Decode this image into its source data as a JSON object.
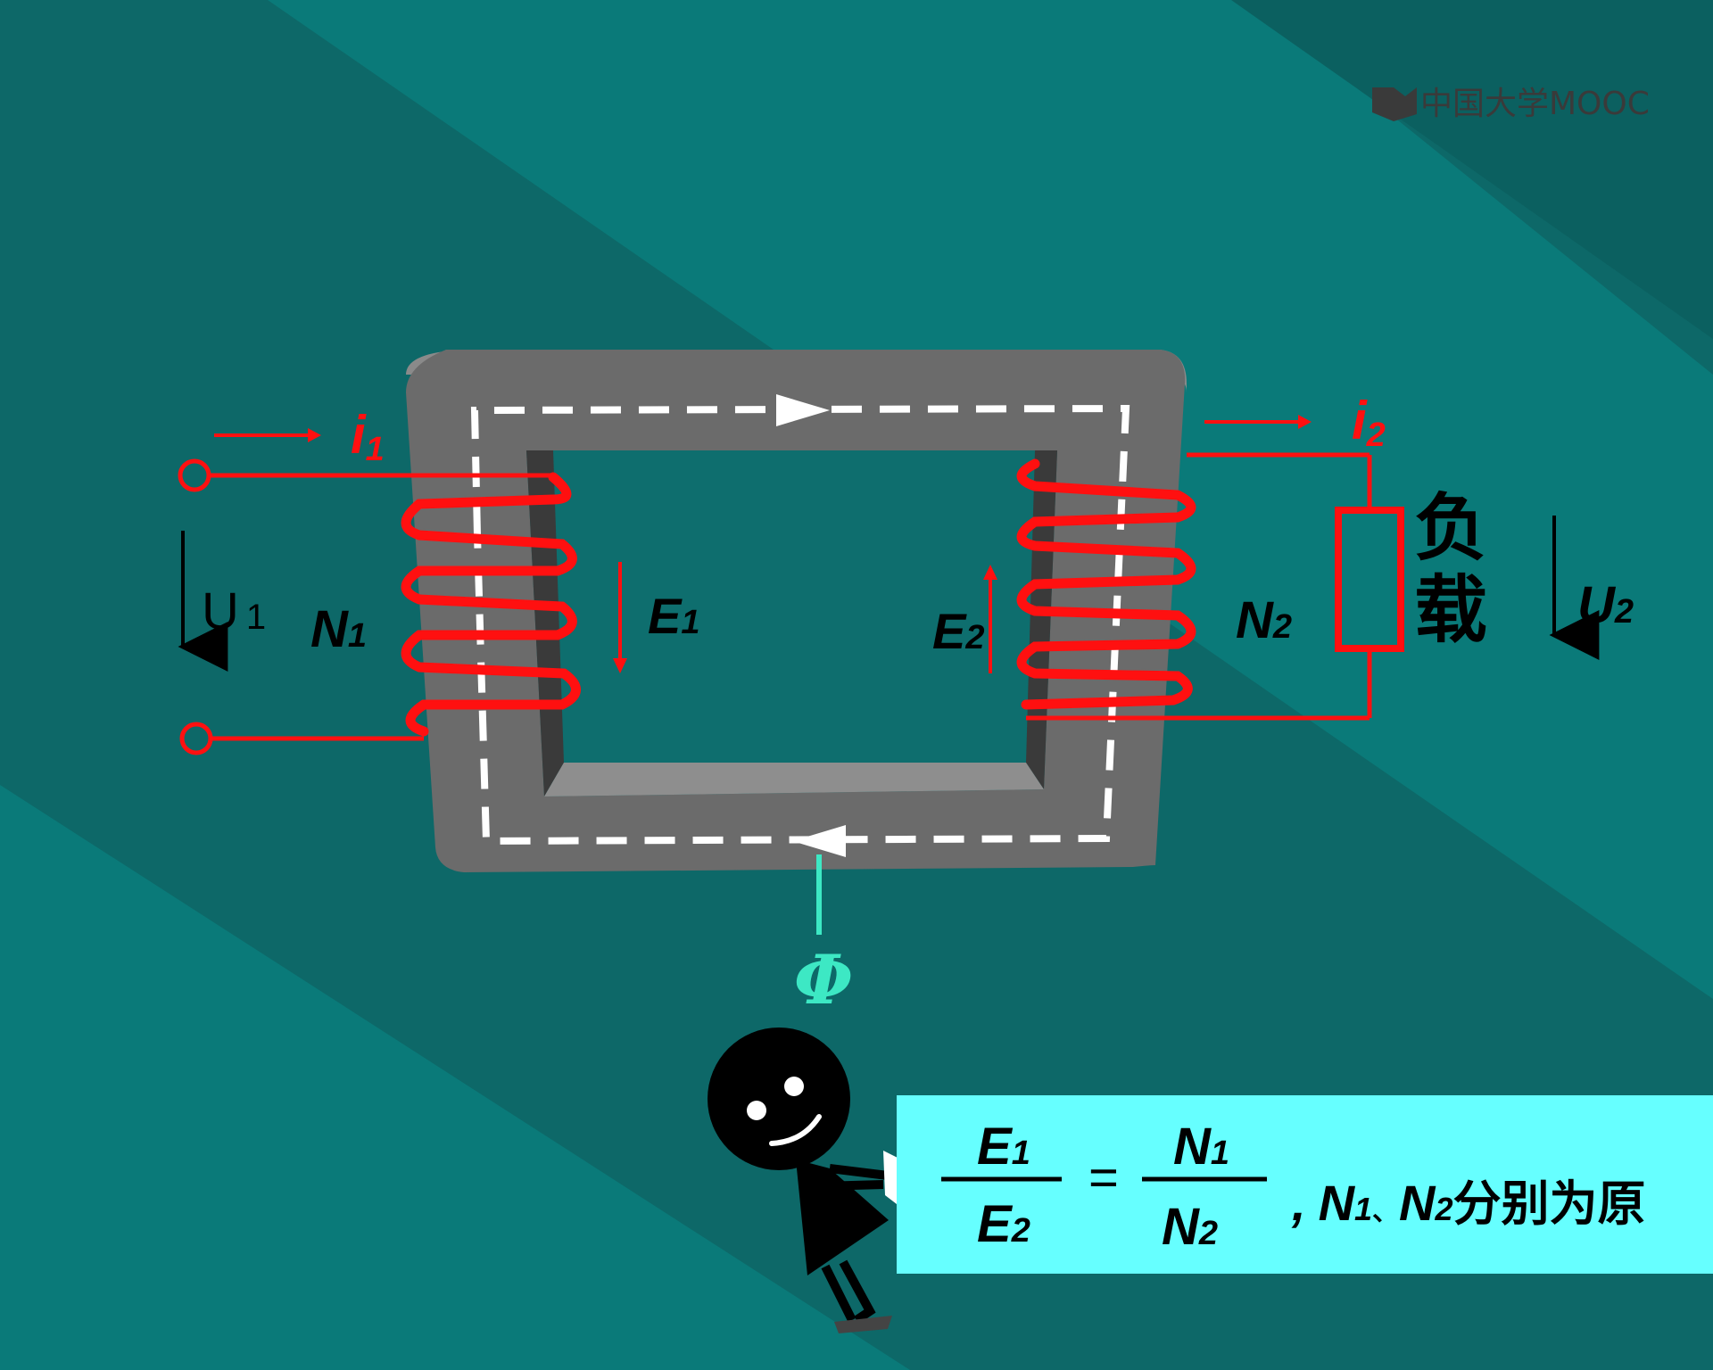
{
  "watermark": {
    "text": "中国大学MOOC",
    "logo_icon": "book-icon"
  },
  "labels": {
    "i1": "i",
    "i1_sub": "1",
    "i2": "i",
    "i2_sub": "2",
    "u1": "U",
    "u1_sub": "1",
    "u2": "U",
    "u2_sub": "2",
    "n1": "N",
    "n1_sub": "1",
    "n2": "N",
    "n2_sub": "2",
    "e1": "E",
    "e1_sub": "1",
    "e2": "E",
    "e2_sub": "2",
    "phi": "Φ",
    "load_top": "负",
    "load_bottom": "载"
  },
  "formula": {
    "lhs_num": "E",
    "lhs_num_sub": "1",
    "lhs_den": "E",
    "lhs_den_sub": "2",
    "eq": "=",
    "rhs_num": "N",
    "rhs_num_sub": "1",
    "rhs_den": "N",
    "rhs_den_sub": "2",
    "caption_comma": ",",
    "caption_n1": "N",
    "caption_n1_sub": "1",
    "caption_sep": "、",
    "caption_n2": "N",
    "caption_n2_sub": "2",
    "caption_rest": "分别为原"
  },
  "colors": {
    "background": "#0e6e6e",
    "stripe": "#0a7a79",
    "core": "#6b6b6b",
    "coil": "#ff1010",
    "flux_path": "#ffffff",
    "phi": "#3de8c4",
    "formula_box": "#66ffff"
  }
}
